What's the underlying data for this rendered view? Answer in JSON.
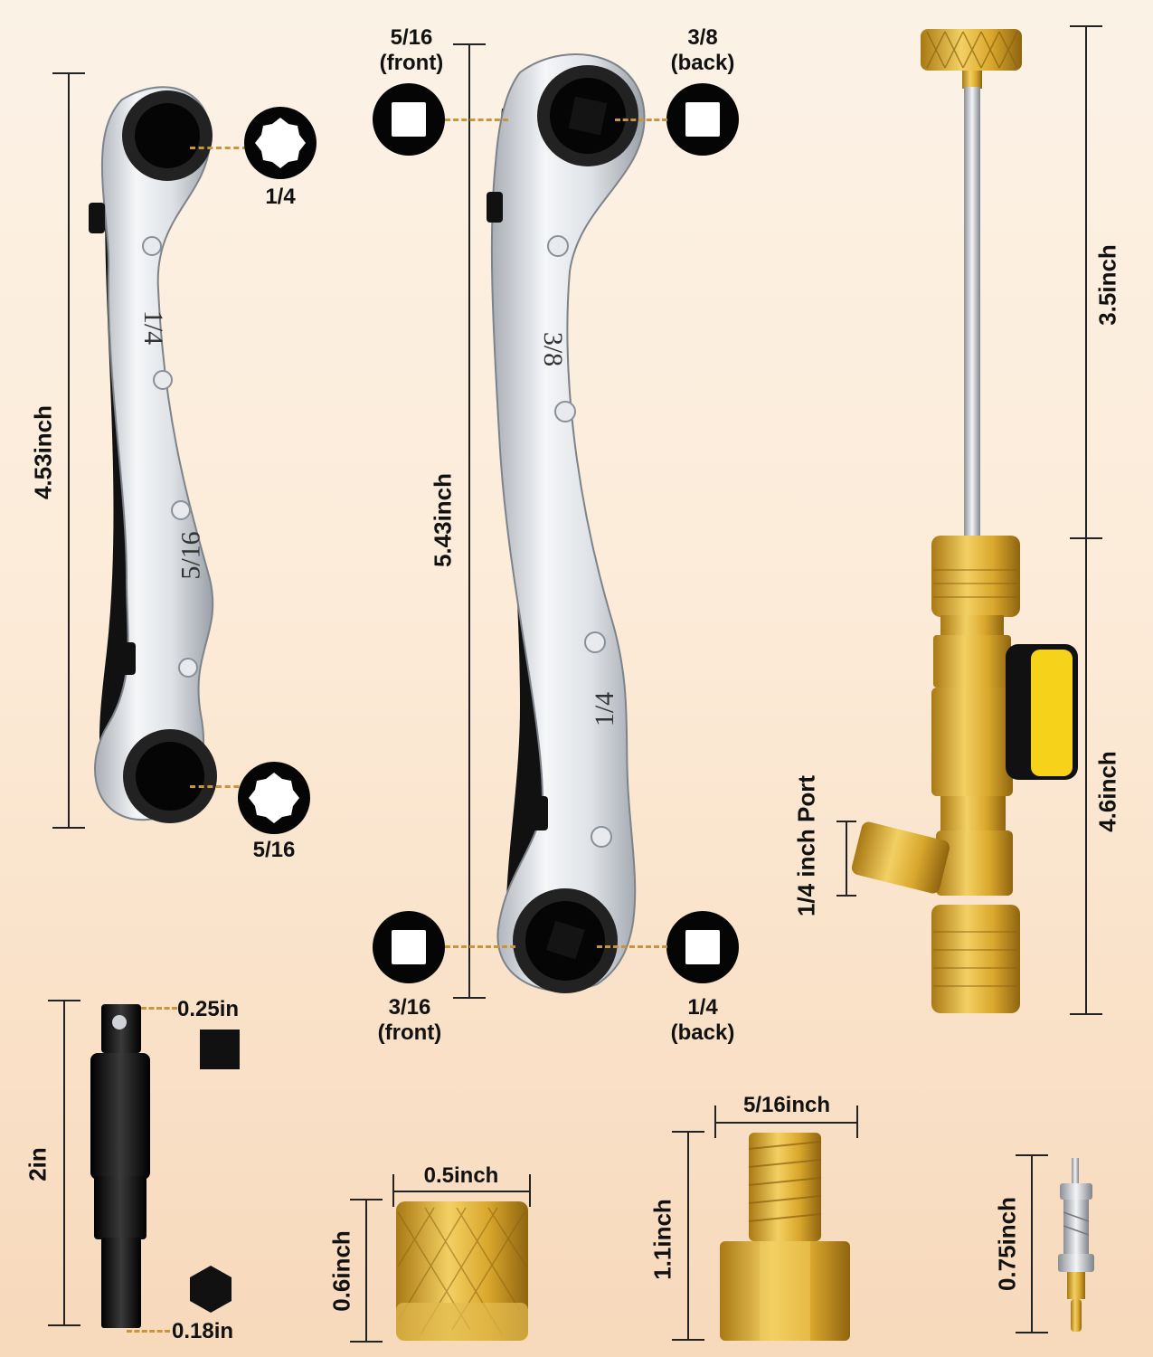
{
  "dimensions": {
    "wrench1_length": "4.53inch",
    "wrench2_length": "5.43inch",
    "valve_tool_rod": "3.5inch",
    "valve_tool_body": "4.6inch",
    "port_label": "1/4 inch Port",
    "adapter_length": "2in",
    "adapter_square": "0.25in",
    "adapter_hex": "0.18in",
    "nut_width": "0.5inch",
    "nut_height": "0.6inch",
    "fitting_width": "5/16inch",
    "fitting_height": "1.1inch",
    "core_height": "0.75inch"
  },
  "wrench1": {
    "top_size": "1/4",
    "bottom_size": "5/16",
    "engraving_top": "1/4",
    "engraving_bottom": "5/16"
  },
  "wrench2": {
    "top_left": [
      "5/16",
      "(front)"
    ],
    "top_right": [
      "3/8",
      "(back)"
    ],
    "bottom_left": [
      "3/16",
      "(front)"
    ],
    "bottom_right": [
      "1/4",
      "(back)"
    ],
    "engraving_top": "3/8",
    "engraving_bottom": "1/4"
  },
  "colors": {
    "brass": "#d8a72c",
    "chrome": "#d9dde2",
    "handle": "#f7d21a",
    "dash": "#c9953b"
  }
}
